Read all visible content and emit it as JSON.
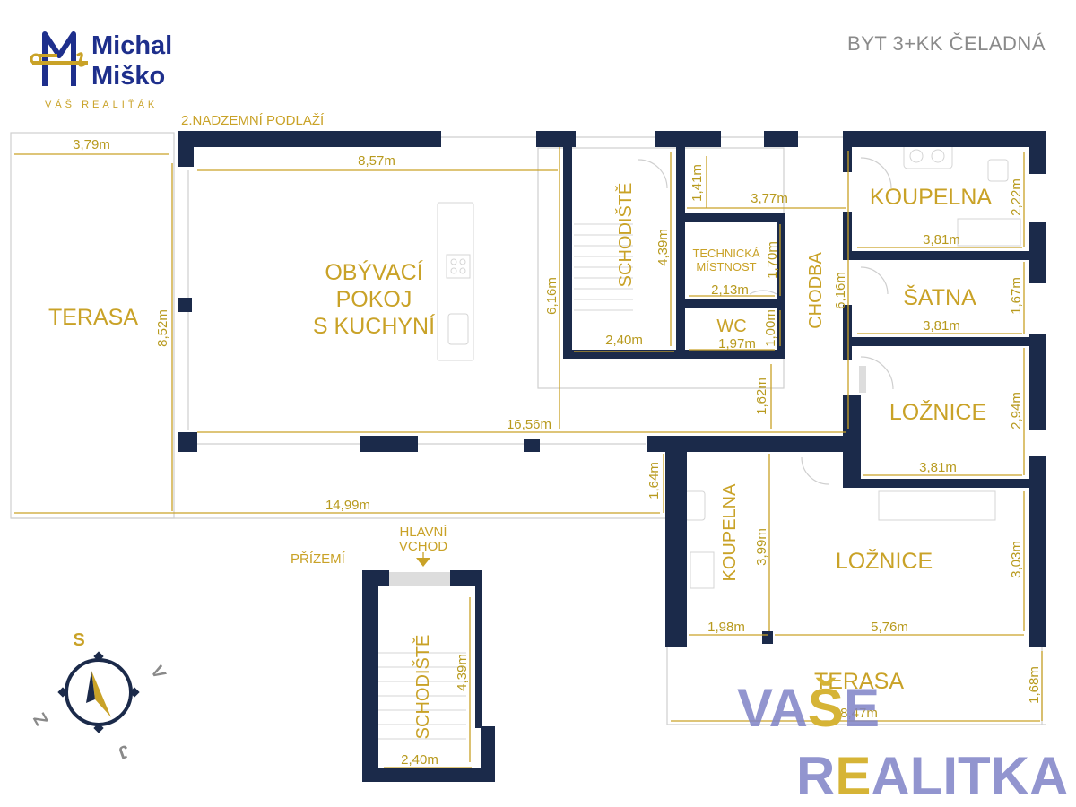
{
  "brand": {
    "name_line1": "Michal",
    "name_line2": "Miško",
    "tagline": "VÁŠ REALIŤÁK"
  },
  "title": "BYT 3+KK ČELADNÁ",
  "floors": {
    "upper": "2.NADZEMNÍ PODLAŽÍ",
    "ground": "PŘÍZEMÍ"
  },
  "entrance": {
    "line1": "HLAVNÍ",
    "line2": "VCHOD"
  },
  "rooms": {
    "terasa_left": "TERASA",
    "obyvaci_1": "OBÝVACÍ",
    "obyvaci_2": "POKOJ",
    "obyvaci_3": "S KUCHYNÍ",
    "schodiste_upper": "SCHODIŠTĚ",
    "technicka_1": "TECHNICKÁ",
    "technicka_2": "MÍSTNOST",
    "wc": "WC",
    "chodba": "CHODBA",
    "koupelna_top": "KOUPELNA",
    "satna": "ŠATNA",
    "loznice_1": "LOŽNICE",
    "koupelna_2": "KOUPELNA",
    "loznice_2": "LOŽNICE",
    "terasa_bottom": "TERASA",
    "schodiste_ground": "SCHODIŠTĚ"
  },
  "dimensions": {
    "terasa_w": "3,79m",
    "obyvaci_w": "8,57m",
    "terasa_h": "8,52m",
    "stair_h": "4,39m",
    "stair_w": "2,40m",
    "left_616": "6,16m",
    "d141": "1,41m",
    "d377": "3,77m",
    "d170": "1,70m",
    "d213": "2,13m",
    "d100": "1,00m",
    "d197": "1,97m",
    "d162": "1,62m",
    "chodba_616": "6,16m",
    "koup_222": "2,22m",
    "koup_381": "3,81m",
    "satna_167": "1,67m",
    "satna_381": "3,81m",
    "lozn_294": "2,94m",
    "lozn_381": "3,81m",
    "d1656": "16,56m",
    "d1499": "14,99m",
    "d164": "1,64m",
    "koup2_399": "3,99m",
    "koup2_198": "1,98m",
    "lozn2_576": "5,76m",
    "lozn2_303": "3,03m",
    "ter_168": "1,68m",
    "ter_847": "8,47m",
    "gstair_h": "4,39m",
    "gstair_w": "2,40m"
  },
  "compass": {
    "s": "S",
    "v": "V",
    "j": "J",
    "z": "Z"
  },
  "watermark": {
    "w1a": "VA",
    "w1b": "Š",
    "w1c": "E",
    "w2a": "R",
    "w2b": "E",
    "w2c": "ALITKA"
  },
  "colors": {
    "wall": "#1b2a4a",
    "accent": "#c9a227",
    "brand": "#1e2f8c"
  }
}
